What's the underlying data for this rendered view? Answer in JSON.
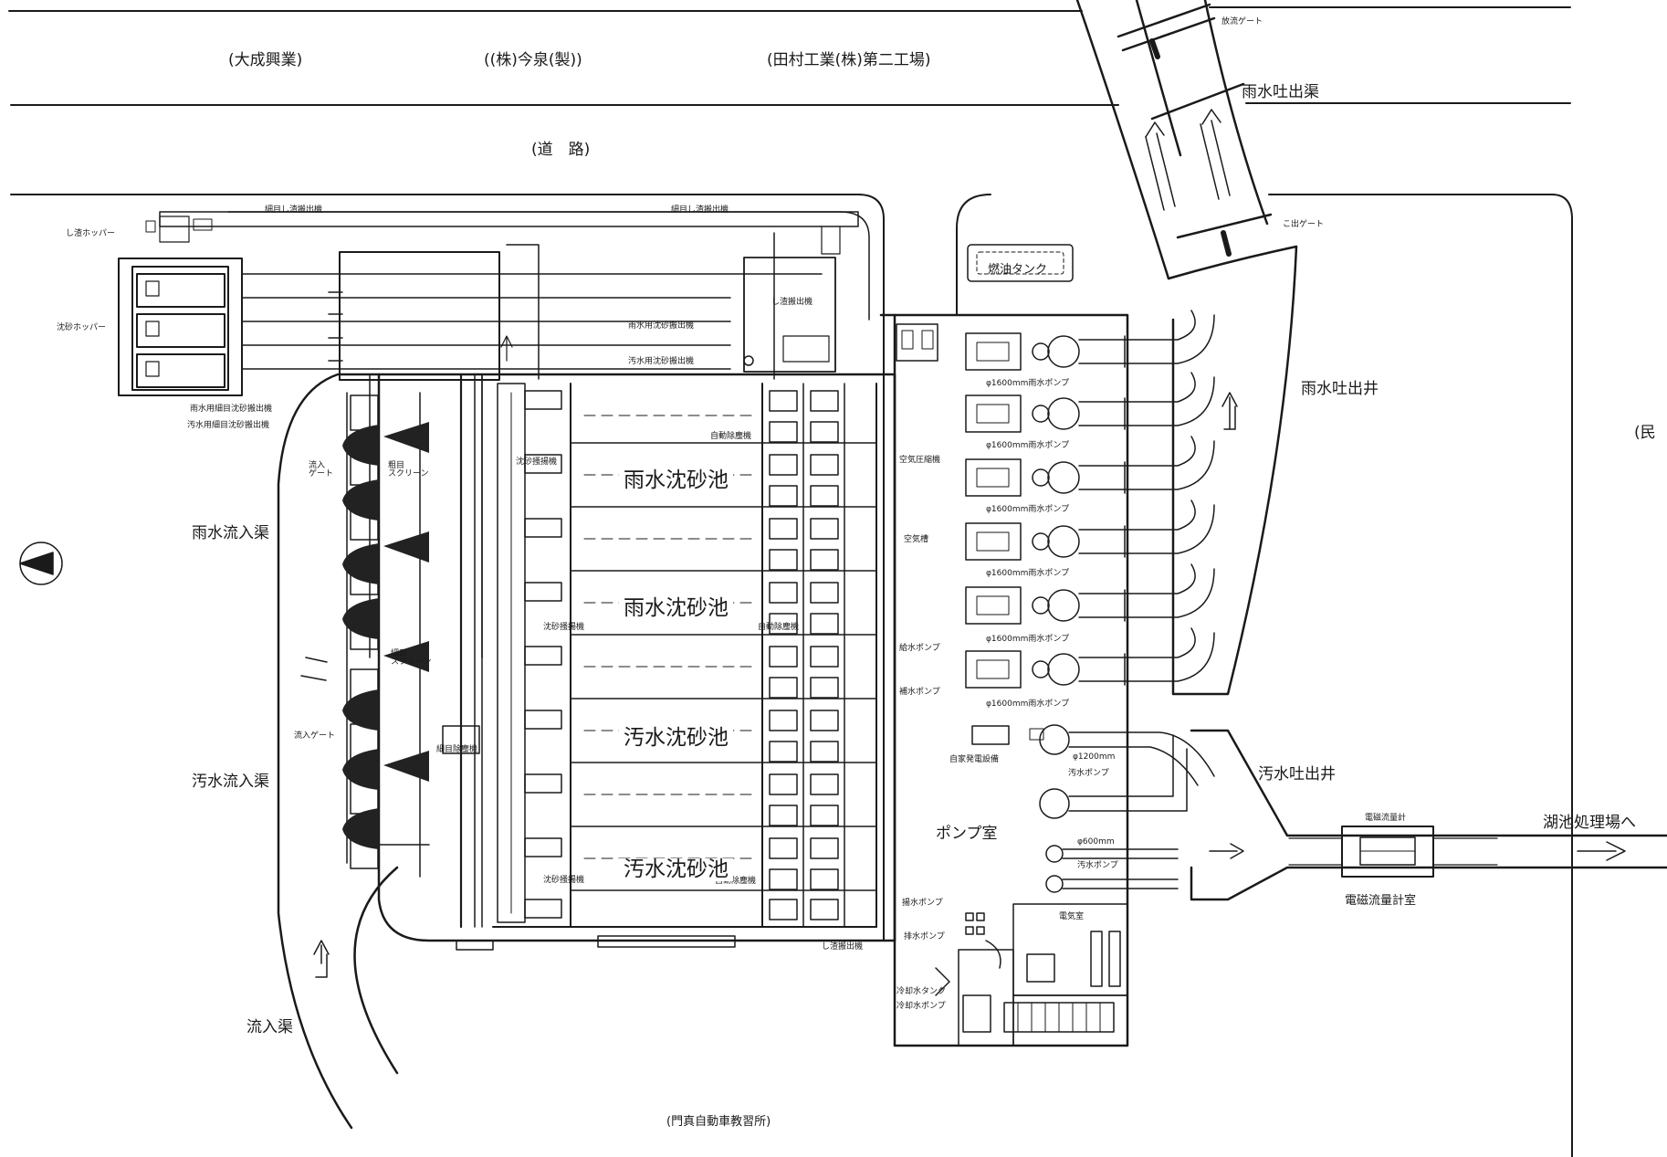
{
  "labels": {
    "daisei": "(大成興業)",
    "imaizumi": "((株)今泉(製))",
    "tamura": "(田村工業(株)第二工場)",
    "road": "(道　路)",
    "hoshutsu_gate": "放流ゲート",
    "usui_hakidashi_kyo": "雨水吐出渠",
    "kasen_gate": "こ出ゲート",
    "fuel_tank": "燃油タンク",
    "usui_hakidashi_i": "雨水吐出井",
    "tami": "(民",
    "shisa_hopper": "し渣ホッパー",
    "chinsa_hopper": "沈砂ホッパー",
    "shisa_conv_top1": "細目し渣搬出機",
    "shisa_conv_top2": "細目し渣搬出機",
    "shisa_conv": "し渣搬出機",
    "usui_chinsa_conv": "雨水用沈砂搬出機",
    "osui_chinsa_conv": "汚水用沈砂搬出機",
    "usui_saime_conv": "雨水用細目沈砂搬出機",
    "osui_saime_conv": "汚水用細目沈砂搬出機",
    "inflow_gate_top": "流入\nゲート",
    "coarse_screen": "粗目\nスクリーン",
    "fine_screen": "細目\nスクリーン",
    "inflow_gate": "流入ゲート",
    "usui_inflow": "雨水流入渠",
    "osui_inflow": "汚水流入渠",
    "inflow": "流入渠",
    "chinsa_conv_1": "沈砂掻揚機",
    "chinsa_conv_2": "沈砂掻揚機",
    "chinsa_conv_3": "沈砂掻揚機",
    "auto_rake_1": "自動除塵機",
    "auto_rake_2": "自動除塵機",
    "auto_rake_3": "自動除塵機",
    "screen_conv": "細目除塵機",
    "basin_rain_1": "雨水沈砂池",
    "basin_rain_2": "雨水沈砂池",
    "basin_waste_1": "汚水沈砂池",
    "basin_waste_2": "汚水沈砂池",
    "pump_rain_1": "φ1600mm雨水ポンプ",
    "pump_rain_2": "φ1600mm雨水ポンプ",
    "pump_rain_3": "φ1600mm雨水ポンプ",
    "pump_rain_4": "φ1600mm雨水ポンプ",
    "pump_rain_5": "φ1600mm雨水ポンプ",
    "pump_rain_6": "φ1600mm雨水ポンプ",
    "pump_1200": "φ1200mm",
    "pump_waste_1": "汚水ポンプ",
    "pump_600": "φ600mm",
    "pump_waste_2": "汚水ポンプ",
    "pump_room": "ポンプ室",
    "osui_hakidashi_i": "汚水吐出井",
    "to_plant": "湖池処理場へ",
    "flowmeter_room": "電磁流量計室",
    "flowmeter": "電磁流量計",
    "auxiliary": "自家発電設備",
    "shisa_out": "し渣搬出機",
    "control_room": "電気室",
    "zuiso_pump": "揚水ポンプ",
    "drain_pump": "排水ポンプ",
    "cooling_tank": "冷却水タンク",
    "cooling_pump": "冷却水ポンプ",
    "air_comp": "空気圧縮機",
    "kuki_tank": "空気槽",
    "kyusui_pump": "給水ポンプ",
    "hosui_pump": "補水ポンプ",
    "bottom": "(門真自動車教習所)"
  }
}
